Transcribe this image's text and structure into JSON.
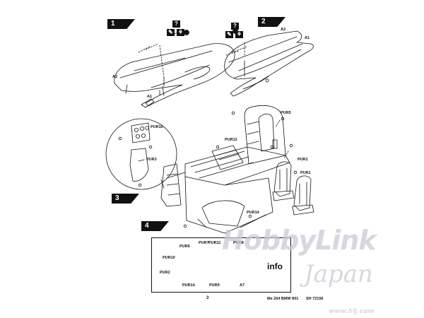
{
  "steps": [
    "1",
    "2",
    "3",
    "4"
  ],
  "step1": {
    "question": "?",
    "labels": {
      "a2": "A2",
      "a1": "A1"
    }
  },
  "step2": {
    "question": "?",
    "labels": {
      "a2": "A2",
      "a1": "A1"
    }
  },
  "step3": {
    "labels": {
      "pur5": "PUR5",
      "pur12": "PUR12",
      "pur1a": "PUR1",
      "pur1b": "PUR1",
      "pur10": "PUR10",
      "pur3": "PUR3",
      "pur14": "PUR14"
    }
  },
  "step4": {
    "labels": {
      "pur7": "PUR7",
      "pur11": "PUR11",
      "pur6": "PUR6",
      "pur8": "PUR8",
      "pur10": "PUR10",
      "pur2": "PUR2",
      "pur14": "PUR14",
      "pur9": "PUR9",
      "a7": "A7"
    },
    "info": "info"
  },
  "footer": {
    "page_number": "3",
    "model": "Me 264 BMW 801",
    "code": "SH 72156"
  },
  "watermark": {
    "line1": "HobbyLink",
    "line2": "Japan",
    "url": "www.hlj.com"
  },
  "colors": {
    "ink": "#111111",
    "paper": "#ffffff",
    "watermark": "#c9ccd2"
  }
}
